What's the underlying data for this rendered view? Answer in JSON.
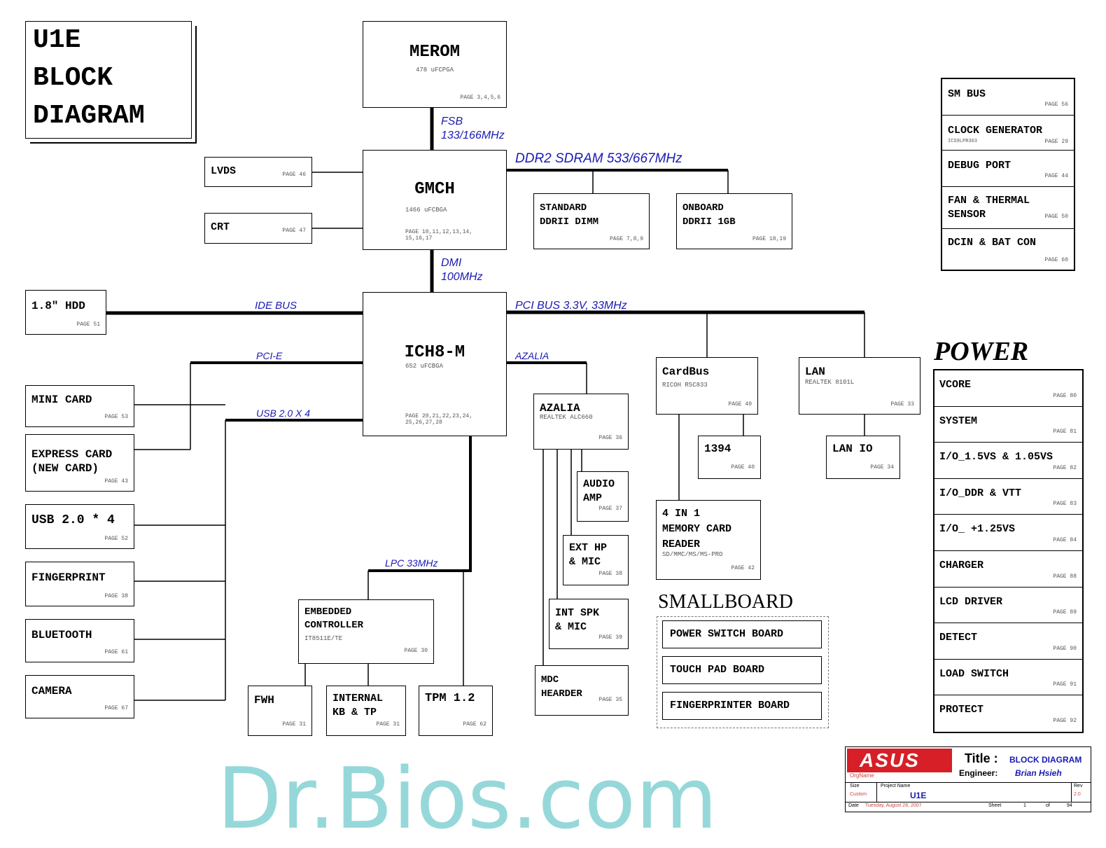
{
  "title": {
    "line1": "U1E",
    "line2": "BLOCK",
    "line3": "DIAGRAM"
  },
  "blocks": {
    "merom": {
      "name": "MEROM",
      "sub": "478 uFCPGA",
      "page": "PAGE 3,4,5,6"
    },
    "gmch": {
      "name": "GMCH",
      "sub": "1466 uFCBGA",
      "page": "PAGE 10,11,12,13,14,\n15,16,17"
    },
    "ich": {
      "name": "ICH8-M",
      "sub": "652 uFCBGA",
      "page": "PAGE 20,21,22,23,24,\n25,26,27,28"
    },
    "lvds": {
      "name": "LVDS",
      "page": "PAGE 46"
    },
    "crt": {
      "name": "CRT",
      "page": "PAGE 47"
    },
    "dimm": {
      "name": "STANDARD\nDDRII DIMM",
      "page": "PAGE 7,8,9"
    },
    "onboard": {
      "name": "ONBOARD\nDDRII 1GB",
      "page": "PAGE 18,19"
    },
    "hdd": {
      "name": "1.8\" HDD",
      "page": "PAGE 51"
    },
    "minicard": {
      "name": "MINI CARD",
      "page": "PAGE 53"
    },
    "expresscard": {
      "name": "EXPRESS CARD\n(NEW CARD)",
      "page": "PAGE 43"
    },
    "usb": {
      "name": "USB 2.0 * 4",
      "page": "PAGE 52"
    },
    "fingerprint": {
      "name": "FINGERPRINT",
      "page": "PAGE 38"
    },
    "bluetooth": {
      "name": "BLUETOOTH",
      "page": "PAGE 61"
    },
    "camera": {
      "name": "CAMERA",
      "page": "PAGE 67"
    },
    "ec": {
      "name": "EMBEDDED\nCONTROLLER",
      "sub": "IT8511E/TE",
      "page": "PAGE 30"
    },
    "fwh": {
      "name": "FWH",
      "page": "PAGE 31"
    },
    "kbtp": {
      "name": "INTERNAL\nKB & TP",
      "page": "PAGE 31"
    },
    "tpm": {
      "name": "TPM 1.2",
      "page": "PAGE 62"
    },
    "azalia": {
      "name": "AZALIA",
      "sub": "REALTEK ALC660",
      "page": "PAGE 36"
    },
    "audioamp": {
      "name": "AUDIO\nAMP",
      "page": "PAGE 37"
    },
    "exthp": {
      "name": "EXT HP\n& MIC",
      "page": "PAGE 38"
    },
    "intspk": {
      "name": "INT SPK\n& MIC",
      "page": "PAGE 39"
    },
    "mdc": {
      "name": "MDC\nHEARDER",
      "page": "PAGE 35"
    },
    "cardbus": {
      "name": "CardBus",
      "sub": "RICOH R5C833",
      "page": "PAGE 40"
    },
    "ieee1394": {
      "name": "1394",
      "page": "PAGE 40"
    },
    "memcard": {
      "name": "4 IN 1\nMEMORY CARD\nREADER",
      "sub": "SD/MMC/MS/MS-PRO",
      "page": "PAGE 42"
    },
    "lan": {
      "name": "LAN",
      "sub": "REALTEK 8101L",
      "page": "PAGE 33"
    },
    "lanio": {
      "name": "LAN IO",
      "page": "PAGE 34"
    }
  },
  "buses": {
    "fsb": "FSB\n133/166MHz",
    "ddr2": "DDR2 SDRAM 533/667MHz",
    "dmi": "DMI\n100MHz",
    "ide": "IDE BUS",
    "pci": "PCI BUS 3.3V, 33MHz",
    "pcie": "PCI-E",
    "usb": "USB 2.0 X 4",
    "azalia": "AZALIA",
    "lpc": "LPC 33MHz"
  },
  "right_panel": [
    {
      "name": "SM BUS",
      "sub": "",
      "page": "PAGE 56"
    },
    {
      "name": "CLOCK GENERATOR",
      "sub": "ICS9LPR363",
      "page": "PAGE 29"
    },
    {
      "name": "DEBUG PORT",
      "sub": "",
      "page": "PAGE 44"
    },
    {
      "name": "FAN & THERMAL\nSENSOR",
      "sub": "",
      "page": "PAGE 50"
    },
    {
      "name": "DCIN & BAT CON",
      "sub": "",
      "page": "PAGE 60"
    }
  ],
  "power": {
    "heading": "POWER",
    "items": [
      {
        "name": "VCORE",
        "page": "PAGE 80"
      },
      {
        "name": "SYSTEM",
        "page": "PAGE 81"
      },
      {
        "name": "I/O_1.5VS & 1.05VS",
        "page": "PAGE 82"
      },
      {
        "name": "I/O_DDR & VTT",
        "page": "PAGE 83"
      },
      {
        "name": "I/O_ +1.25VS",
        "page": "PAGE 84"
      },
      {
        "name": "CHARGER",
        "page": "PAGE 88"
      },
      {
        "name": "LCD DRIVER",
        "page": "PAGE 89"
      },
      {
        "name": "DETECT",
        "page": "PAGE 90"
      },
      {
        "name": "LOAD SWITCH",
        "page": "PAGE 91"
      },
      {
        "name": "PROTECT",
        "page": "PAGE 92"
      }
    ]
  },
  "smallboard": {
    "heading": "SMALLBOARD",
    "items": [
      "POWER SWITCH BOARD",
      "TOUCH PAD BOARD",
      "FINGERPRINTER BOARD"
    ]
  },
  "titleblock": {
    "logo": "ASUS",
    "title_label": "Title :",
    "title_value": "BLOCK DIAGRAM",
    "engineer_label": "Engineer:",
    "engineer_value": "Brian Hsieh",
    "orgname": "OrgName",
    "size_label": "Size",
    "size_value": "Custom",
    "project_label": "Project Name",
    "project_value": "U1E",
    "rev_label": "Rev",
    "rev_value": "2.0",
    "date_label": "Date",
    "date_value": "Tuesday, August 28, 2007",
    "sheet_label": "Sheet",
    "sheet_value": "1",
    "of_label": "of",
    "of_value": "94"
  },
  "watermark": "Dr.Bios.com"
}
